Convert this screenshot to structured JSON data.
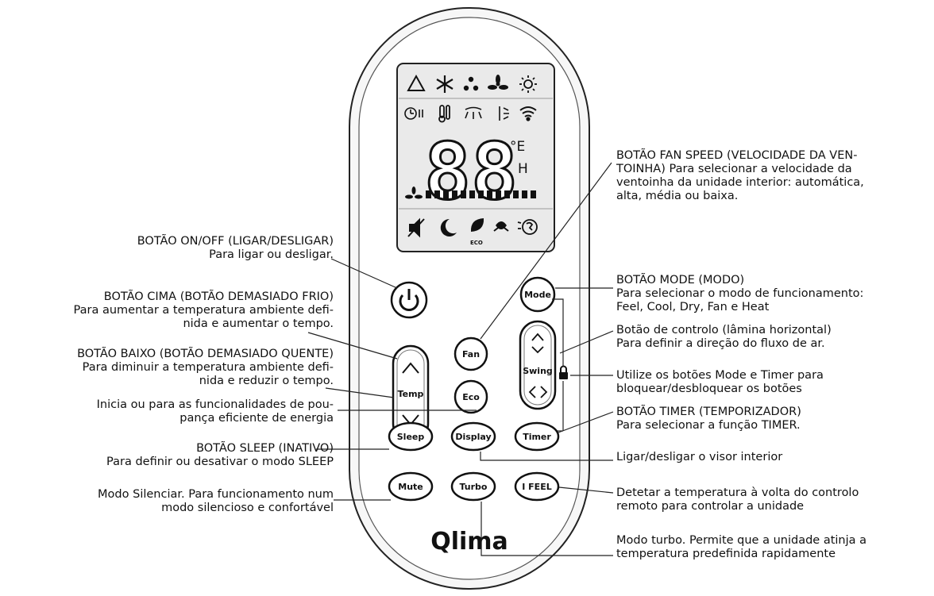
{
  "brand": "Qlima",
  "display": {
    "digits": "88",
    "unit_top": "°E",
    "unit_bottom": "H",
    "eco_label": "ECO"
  },
  "buttons": {
    "mode": "Mode",
    "fan": "Fan",
    "temp": "Temp",
    "swing": "Swing",
    "eco": "Eco",
    "sleep": "Sleep",
    "display": "Display",
    "timer": "Timer",
    "mute": "Mute",
    "turbo": "Turbo",
    "ifeel": "I FEEL"
  },
  "callouts": {
    "onoff": {
      "title": "BOTÃO ON/OFF (LIGAR/DESLIGAR)",
      "desc": "Para ligar ou desligar."
    },
    "up": {
      "title": "BOTÃO CIMA (BOTÃO DEMASIADO FRIO)",
      "line1": "Para aumentar a temperatura ambiente defi-",
      "line2": "nida e aumentar o tempo."
    },
    "down": {
      "title": "BOTÃO BAIXO (BOTÃO DEMASIADO QUENTE)",
      "line1": "Para diminuir a temperatura ambiente defi-",
      "line2": "nida e reduzir o tempo."
    },
    "eco": {
      "line1": "Inicia ou para as funcionalidades de pou-",
      "line2": "pança eficiente de energia"
    },
    "sleep": {
      "title": "BOTÃO SLEEP (INATIVO)",
      "desc": "Para definir ou desativar o modo SLEEP"
    },
    "mute": {
      "line1": "Modo Silenciar. Para funcionamento num",
      "line2": "modo silencioso e confortável"
    },
    "fan": {
      "line1": "BOTÃO FAN SPEED (VELOCIDADE DA VEN-",
      "line2": "TOINHA) Para selecionar a velocidade da",
      "line3": "ventoinha da unidade interior: automática,",
      "line4": "alta, média ou baixa."
    },
    "mode": {
      "title": "BOTÃO MODE (MODO)",
      "line1": "Para selecionar o modo de funcionamento:",
      "line2": "Feel, Cool, Dry, Fan e Heat"
    },
    "swing": {
      "title": "Botão de controlo (lâmina horizontal)",
      "desc": "Para definir a direção do fluxo de ar."
    },
    "lock": {
      "line1": "Utilize os botões Mode e Timer para",
      "line2": "bloquear/desbloquear os botões"
    },
    "timer": {
      "title": "BOTÃO TIMER (TEMPORIZADOR)",
      "desc": "Para selecionar a função TIMER."
    },
    "display": {
      "desc": "Ligar/desligar o visor interior"
    },
    "ifeel": {
      "line1": "Detetar a temperatura à volta do controlo",
      "line2": "remoto para controlar a unidade"
    },
    "turbo": {
      "line1": "Modo turbo. Permite que a unidade atinja a",
      "line2": "temperatura predefinida rapidamente"
    }
  }
}
